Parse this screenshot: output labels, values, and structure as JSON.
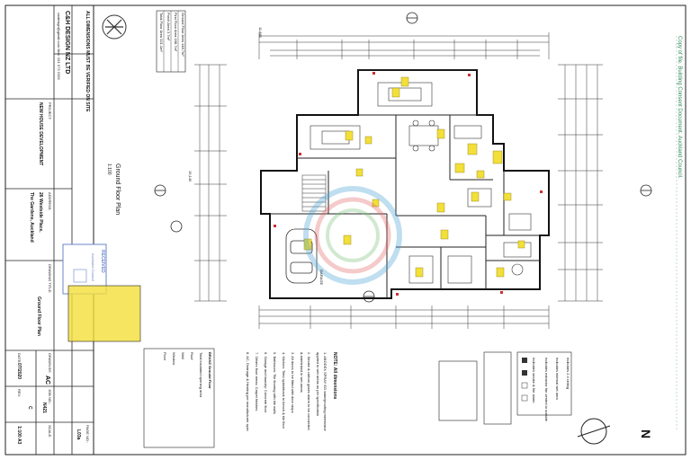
{
  "watermark": "Copy of file. Building Consent Document. Auckland Council.",
  "title_block": {
    "company": "C&H DESIGN NZ LTD",
    "company_contact": "cwdesign@gmail.com  Mob: 021 073 2326",
    "verify_note": "ALL DIMENSIONS MUST BE VERIFIED ON SITE",
    "project_label": "PROJECT:",
    "project": "NEW HOUSE DEVELOPMENT",
    "address_label": "ADDRESS:",
    "address_line1": "26 Westside Place,",
    "address_line2": "The Gardens, Auckland",
    "drawing_title_label": "DRAWING TITLE:",
    "drawing_title": "Ground Floor Plan",
    "drawn_label": "DRAWN BY:",
    "drawn": "AC",
    "job_label": "JOB NO.:",
    "job": "N421",
    "scale_label": "SCALE:",
    "scale": "1:100 A3",
    "page_label": "PAGE NO.:",
    "page": "L03a",
    "date_label": "DATE:",
    "date": "07/2020",
    "rev_label": "REV:",
    "rev": "C"
  },
  "plan": {
    "heading": "Ground Floor Plan",
    "scale": "1:100",
    "north": "N",
    "overall_width": "11,860",
    "overall_depth": "19,140",
    "garage_label": "GARAGE",
    "stamp_received": "RECEIVED",
    "stamp_sub": "Auckland Council"
  },
  "areas": {
    "ground": "Ground Floor Area   148.7m²",
    "first": "First Floor Area   168.7m²",
    "porch": "Porch Area   3.7m²",
    "total": "Total Floor Area   321.1m²"
  },
  "notes": {
    "heading": "NOTE: All dimensions",
    "items": [
      "1. ABODEX SPRAY EG waterproofing membrane",
      "applied to wet areas as per specification",
      "2. Smoke & carbon gases alarm to be connected",
      "& interlinked in wet areas",
      "3. All doors to be fitted with door stops",
      "4. Kitchen: Tiled splashback to bench & tile floor",
      "5. Bathroom: Tile flooring with tile walls",
      "6. Garage and laundry: Concrete floor",
      "7. Others floor areas: Carpet finishes",
      "8. AC, Drainage & Heating per manufacturer spec"
    ],
    "spec_heading": "BRANZ Ground Floor",
    "spec_rows": [
      "Total insulated opening area",
      "Roof",
      "Wall",
      "Window",
      "Floor"
    ],
    "legend": [
      "Indicates smoke & fire alarm",
      "Indicates extractor fan vented to outside",
      "Indicates internal wet area",
      "Indicates 2.4 ceiling"
    ]
  },
  "colors": {
    "line": "#222222",
    "highlight": "#f2df3a",
    "stamp": "#6a86c8",
    "watermark": "#2e8b57",
    "red_tag": "#c83232"
  }
}
